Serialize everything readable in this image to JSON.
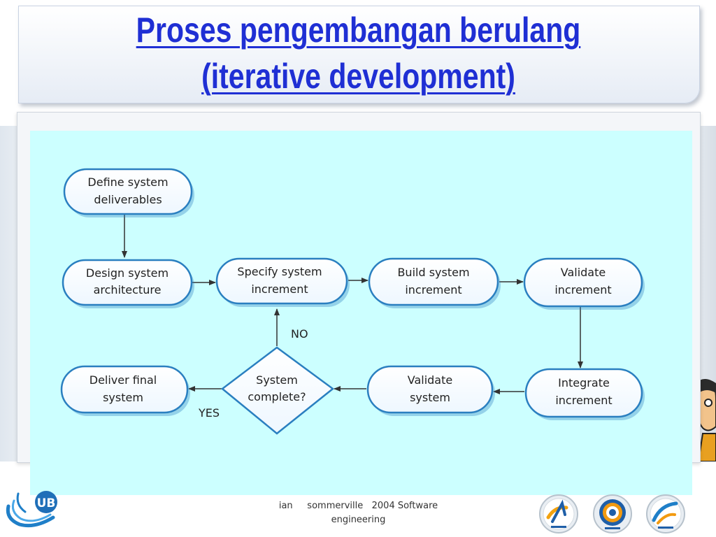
{
  "title": {
    "line1": "Proses pengembangan berulang",
    "line2": "(iterative development)"
  },
  "diagram": {
    "nodes": {
      "define": [
        "Define system",
        "deliverables"
      ],
      "design": [
        "Design system",
        "architecture"
      ],
      "specify": [
        "Specify system",
        "increment"
      ],
      "build": [
        "Build system",
        "increment"
      ],
      "validate_inc": [
        "Validate",
        "increment"
      ],
      "integrate": [
        "Integrate",
        "increment"
      ],
      "validate_sys": [
        "Validate",
        "system"
      ],
      "complete": [
        "System",
        "complete?"
      ],
      "deliver": [
        "Deliver final",
        "system"
      ]
    },
    "labels": {
      "no": "NO",
      "yes": "YES"
    }
  },
  "footer": {
    "line1": "ian     sommerville   2004 Software",
    "line2": "engineering"
  },
  "logos": {
    "left": "UB",
    "right_icons": [
      "informatika-logo",
      "target-logo",
      "sistem-informasi-logo"
    ]
  },
  "colors": {
    "title": "#1f2fd4",
    "diagram_bg": "#ccffff",
    "node_border": "#2a7fc0"
  }
}
